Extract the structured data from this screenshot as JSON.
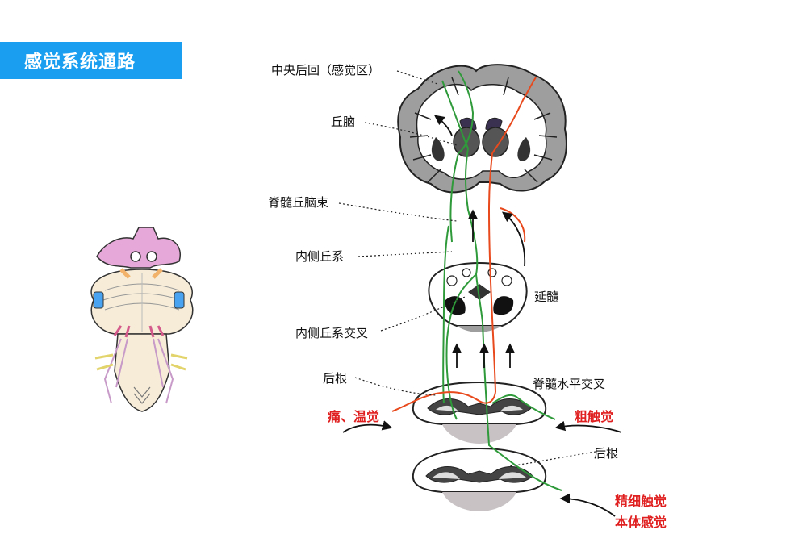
{
  "header": {
    "title": "感觉系统通路"
  },
  "labels": {
    "cortex": "中央后回（感觉区）",
    "thalamus": "丘脑",
    "spinothalamic": "脊髓丘脑束",
    "medial_lemniscus": "内侧丘系",
    "medulla": "延髓",
    "lemniscus_decussation": "内侧丘系交叉",
    "posterior_root_1": "后根",
    "spinal_decussation": "脊髓水平交叉",
    "pain_temp": "痛、温觉",
    "crude_touch": "粗触觉",
    "posterior_root_2": "后根",
    "fine_touch": "精细触觉",
    "proprioception": "本体感觉"
  },
  "colors": {
    "accent": "#1a9ff0",
    "red_text": "#e02020",
    "green_path": "#2e9a3a",
    "orange_path": "#e8491d",
    "gray_matter": "#9e9e9e",
    "white_matter": "#ffffff",
    "brainstem_pink": "#e6a8d8",
    "brainstem_cream": "#f6ecd8"
  }
}
